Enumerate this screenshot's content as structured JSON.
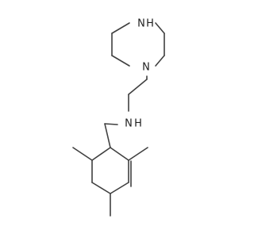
{
  "structure": {
    "atoms": [
      {
        "id": "n_top",
        "label": "N",
        "h_label": "H"
      },
      {
        "id": "n_ring",
        "label": "N",
        "h_label": ""
      },
      {
        "id": "n_amine",
        "label": "N",
        "h_label": "H"
      }
    ]
  }
}
